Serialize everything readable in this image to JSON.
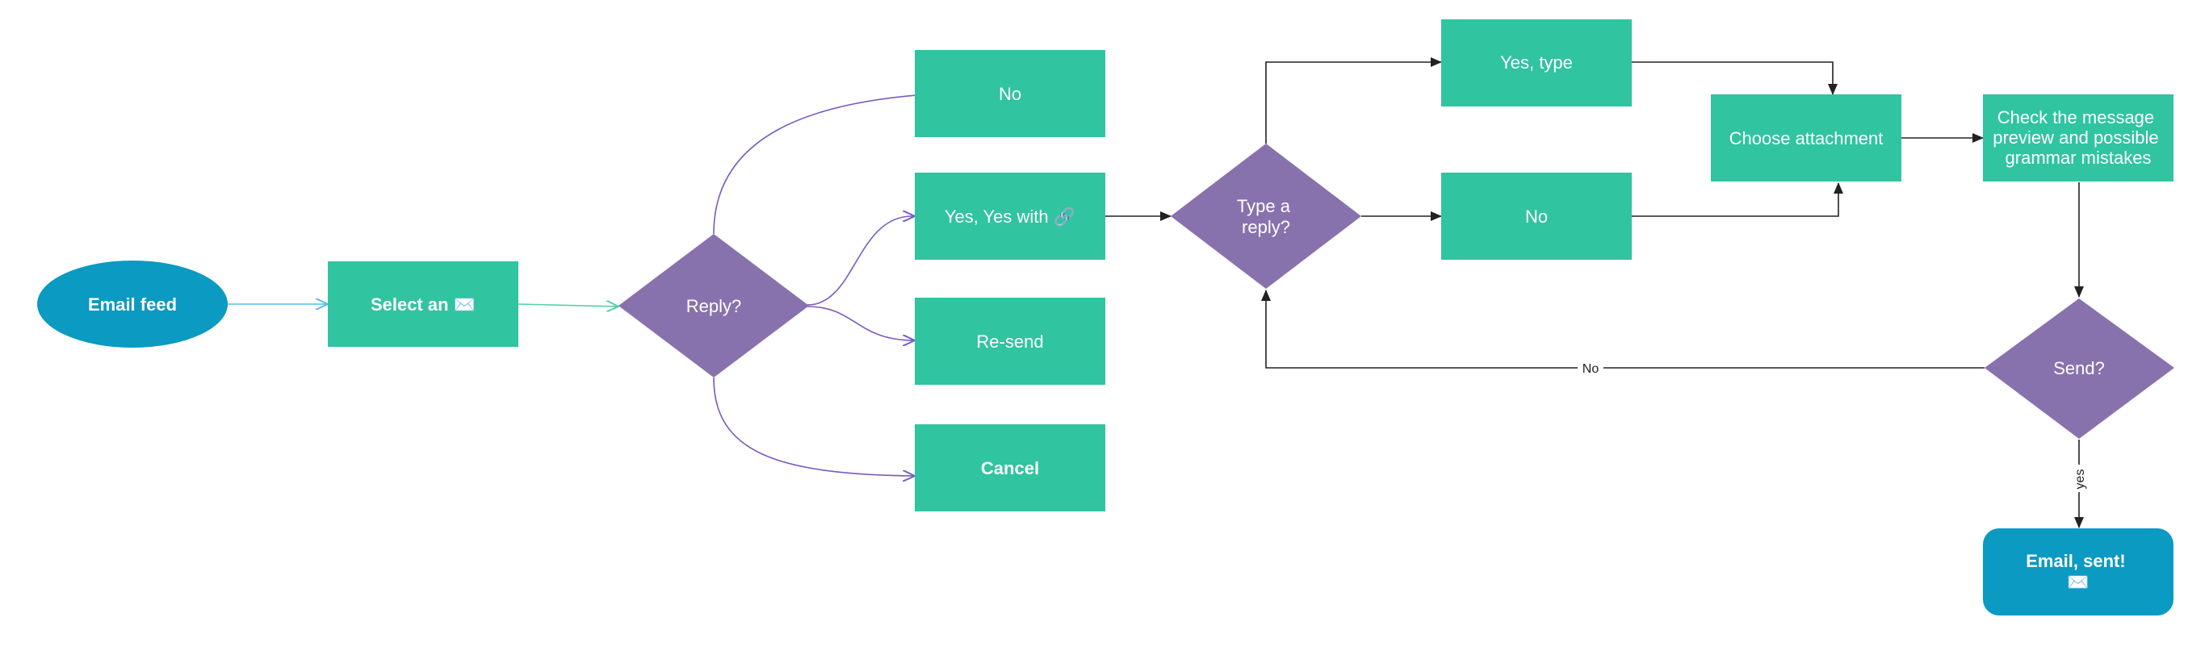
{
  "colors": {
    "green": "#30C4A1",
    "purple": "#8872AD",
    "blue": "#0A9AC2",
    "edge_dark": "#222222",
    "edge_purple": "#7A5CC0",
    "edge_blue": "#55BFE0",
    "edge_green": "#55CFA9"
  },
  "nodes": {
    "email_feed": "Email feed",
    "select_an": "Select an ✉️",
    "reply_q": "Reply?",
    "no_1": "No",
    "yes_yes_with": "Yes, Yes with 🔗",
    "resend": "Re-send",
    "cancel": "Cancel",
    "type_reply_q_line1": "Type a",
    "type_reply_q_line2": "reply?",
    "yes_type": "Yes, type",
    "no_2": "No",
    "choose_attachment": "Choose attachment",
    "check_line1": "Check the message",
    "check_line2": "preview and possible",
    "check_line3": "grammar mistakes",
    "send_q": "Send?",
    "email_sent_line1": "Email, sent!",
    "email_sent_line2": "✉️"
  },
  "edge_labels": {
    "no": "No",
    "yes": "yes"
  }
}
